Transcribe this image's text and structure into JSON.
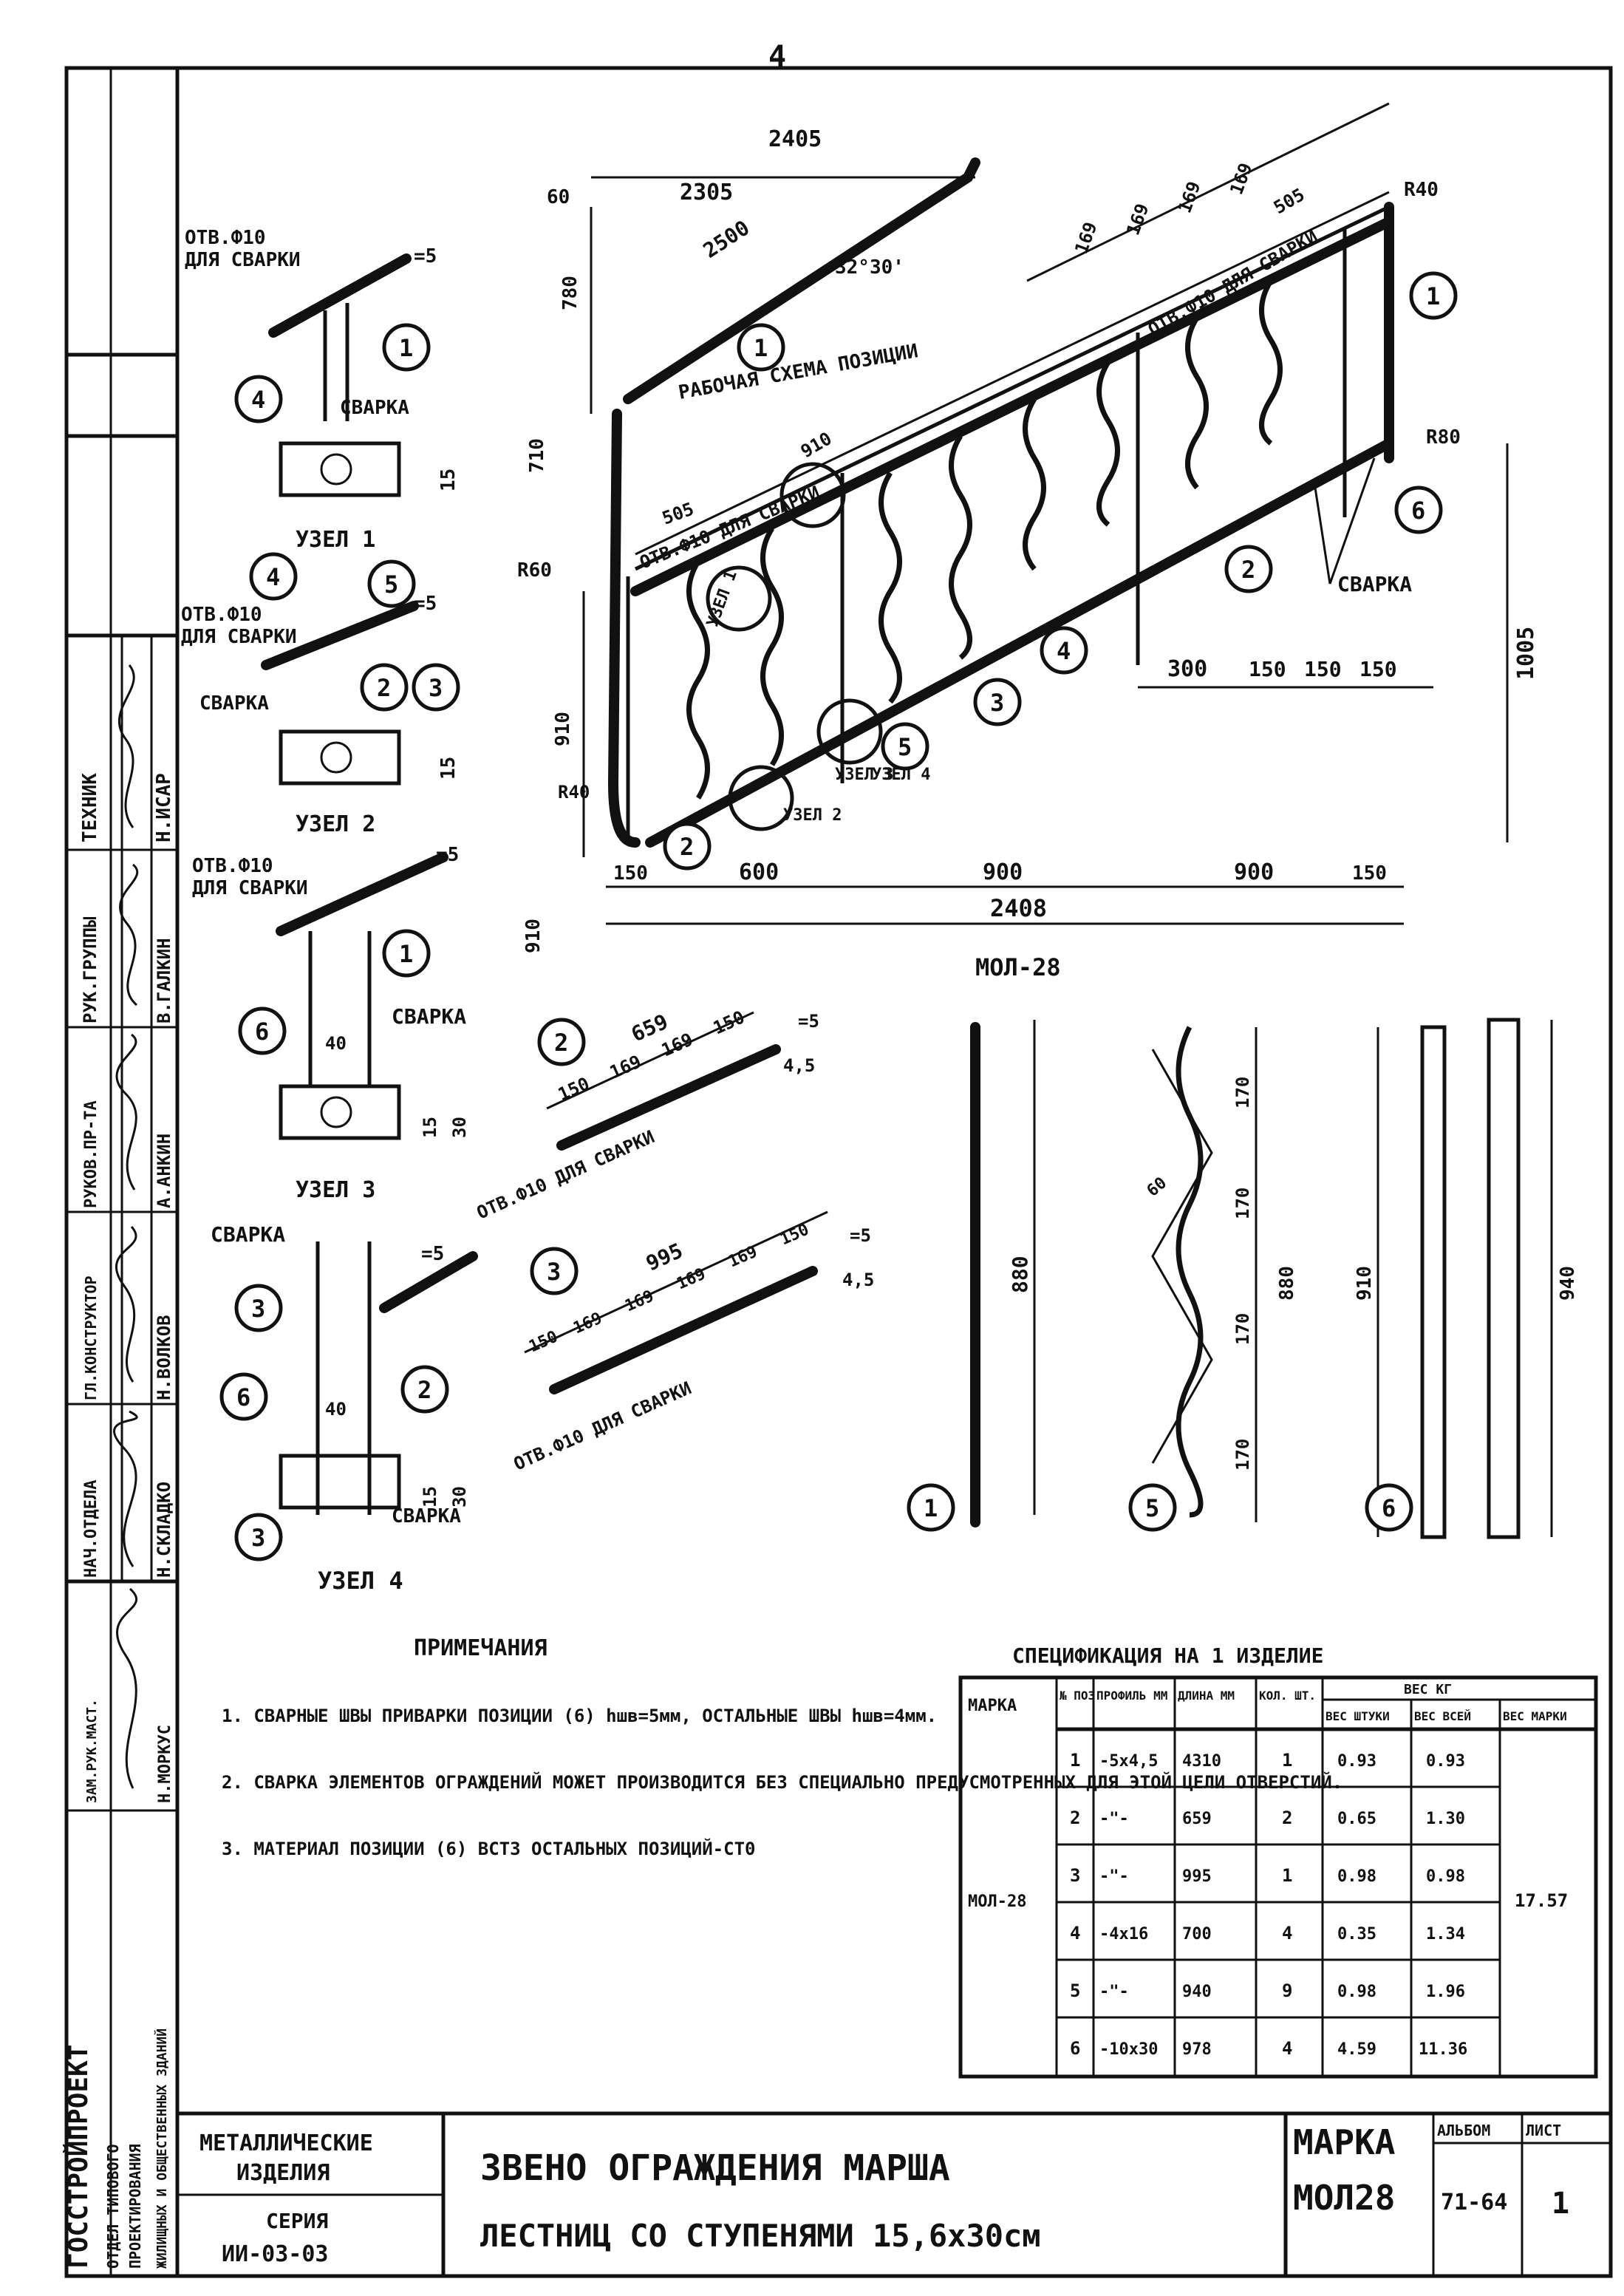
{
  "top_mark": "4",
  "side_stamp": {
    "roles": [
      {
        "role": "ТЕХНИК",
        "name": "Н.ИСАР"
      },
      {
        "role": "РУК.ГРУППЫ",
        "name": "В.ГАЛКИН"
      },
      {
        "role": "РУКОВ.ПР-ТА",
        "name": "А.АНКИН"
      },
      {
        "role": "ГЛ.КОНСТРУКТОР",
        "name": "Н.ВОЛКОВ"
      },
      {
        "role": "НАЧ.ОТДЕЛА",
        "name": "Н.СКЛАДКО"
      },
      {
        "role": "ЗАМ.РУК.МАСТ.",
        "name": "Н.МОРКУС"
      }
    ],
    "institute": "ГОССТРОЙПРОЕКТ",
    "dept_lines": [
      "ОТДЕЛ ТИПОВОГО",
      "ПРОЕКТИРОВАНИЯ",
      "ЖИЛИЩНЫХ И ОБЩЕСТВЕННЫХ ЗДАНИЙ"
    ]
  },
  "main_view": {
    "scheme_label": "РАБОЧАЯ СХЕМА ПОЗИЦИИ",
    "angle": "32°30'",
    "top_dims": [
      "2405",
      "2305",
      "2500"
    ],
    "left_dims": [
      "60",
      "780",
      "710",
      "910",
      "910"
    ],
    "step_dims": [
      "505",
      "169",
      "169",
      "169",
      "169",
      "505",
      "910"
    ],
    "bottom_dims": [
      "600",
      "900",
      "900",
      "150",
      "150"
    ],
    "bottom_total": "2408",
    "right_dims": [
      "300",
      "150",
      "150",
      "150"
    ],
    "height_dim": "1005",
    "radii": [
      "R40",
      "R60",
      "R80",
      "R40"
    ],
    "hole_label_top": "ОТВ.Ф10 ДЛЯ СВАРКИ",
    "hole_label_mid": "ОТВ.Ф10 ДЛЯ СВАРКИ",
    "weld_label": "СВАРКА",
    "node_labels": [
      "УЗЕЛ 1",
      "УЗЕЛ 2",
      "УЗЕЛ 3",
      "УЗЕЛ 4"
    ]
  },
  "node1": {
    "hole": "ОТВ.Ф10",
    "purpose": "ДЛЯ СВАРКИ",
    "weld": "СВАРКА",
    "title": "УЗЕЛ 1",
    "dims": [
      "=5",
      "15"
    ]
  },
  "node2": {
    "hole": "ОТВ.Ф10",
    "purpose": "ДЛЯ СВАРКИ",
    "weld": "СВАРКА",
    "title": "УЗЕЛ 2",
    "dims": [
      "=5",
      "15"
    ]
  },
  "node3": {
    "hole": "ОТВ.Ф10",
    "purpose": "ДЛЯ СВАРКИ",
    "weld": "СВАРКА",
    "title": "УЗЕЛ 3",
    "dims": [
      "=5",
      "40",
      "15",
      "30"
    ]
  },
  "node4": {
    "weld": "СВАРКА",
    "title": "УЗЕЛ 4",
    "dims": [
      "=5",
      "40",
      "15",
      "30"
    ]
  },
  "bar2": {
    "length": "659",
    "spacing": [
      "150",
      "169",
      "169",
      "150"
    ],
    "hole": "ОТВ.Ф10 ДЛЯ СВАРКИ",
    "thk": "=5",
    "w": "4,5"
  },
  "bar3": {
    "length": "995",
    "spacing": [
      "150",
      "169",
      "169",
      "169",
      "169",
      "150"
    ],
    "hole": "ОТВ.Ф10 ДЛЯ СВАРКИ",
    "thk": "=5",
    "w": "4,5"
  },
  "elements_title": "МОЛ-28",
  "elements": {
    "p1_len": "880",
    "p4_dims": [
      "170",
      "170",
      "170",
      "170",
      "880"
    ],
    "p6_len": "910",
    "p5_len": "940",
    "p4_angle": "60"
  },
  "notes": {
    "title": "ПРИМЕЧАНИЯ",
    "items": [
      "1. СВАРНЫЕ ШВЫ ПРИВАРКИ ПОЗИЦИИ (6) hшв=5мм, ОСТАЛЬНЫЕ ШВЫ hшв=4мм.",
      "2. СВАРКА ЭЛЕМЕНТОВ ОГРАЖДЕНИЙ МОЖЕТ ПРОИЗВОДИТСЯ БЕЗ СПЕЦИАЛЬНО ПРЕДУСМОТРЕННЫХ ДЛЯ ЭТОЙ ЦЕЛИ ОТВЕРСТИЙ.",
      "3. МАТЕРИАЛ ПОЗИЦИИ (6) ВСТ3 ОСТАЛЬНЫХ ПОЗИЦИЙ-СТ0"
    ]
  },
  "spec": {
    "title": "СПЕЦИФИКАЦИЯ НА 1 ИЗДЕЛИЕ",
    "headers": [
      "МАРКА",
      "№ ПОЗ",
      "ПРОФИЛЬ ММ",
      "ДЛИНА ММ",
      "КОЛ. ШТ.",
      "ВЕС ШТУКИ",
      "ВЕС ВСЕЙ",
      "ВЕС МАРКИ"
    ],
    "header_group": "ВЕС КГ",
    "mark": "МОЛ-28",
    "total": "17.57",
    "rows": [
      {
        "pos": "1",
        "profile": "-5x4,5",
        "length": "4310",
        "qty": "1",
        "unit": "0.93",
        "all": "0.93"
      },
      {
        "pos": "2",
        "profile": "-\"-",
        "length": "659",
        "qty": "2",
        "unit": "0.65",
        "all": "1.30"
      },
      {
        "pos": "3",
        "profile": "-\"-",
        "length": "995",
        "qty": "1",
        "unit": "0.98",
        "all": "0.98"
      },
      {
        "pos": "4",
        "profile": "-4x16",
        "length": "700",
        "qty": "4",
        "unit": "0.35",
        "all": "1.34"
      },
      {
        "pos": "5",
        "profile": "-\"-",
        "length": "940",
        "qty": "9",
        "unit": "0.98",
        "all": "1.96"
      },
      {
        "pos": "6",
        "profile": "-10x30",
        "length": "978",
        "qty": "4",
        "unit": "4.59",
        "all": "11.36"
      }
    ]
  },
  "title_block": {
    "category": [
      "МЕТАЛЛИЧЕСКИЕ",
      "ИЗДЕЛИЯ"
    ],
    "series_label": "СЕРИЯ",
    "series": "ИИ-03-03",
    "title_line1": "ЗВЕНО ОГРАЖДЕНИЯ МАРША",
    "title_line2": "ЛЕСТНИЦ СО СТУПЕНЯМИ 15,6x30см",
    "mark_label": "МАРКА",
    "mark": "МОЛ28",
    "album_label": "АЛЬБОМ",
    "album": "71-64",
    "sheet_label": "ЛИСТ",
    "sheet": "1"
  }
}
